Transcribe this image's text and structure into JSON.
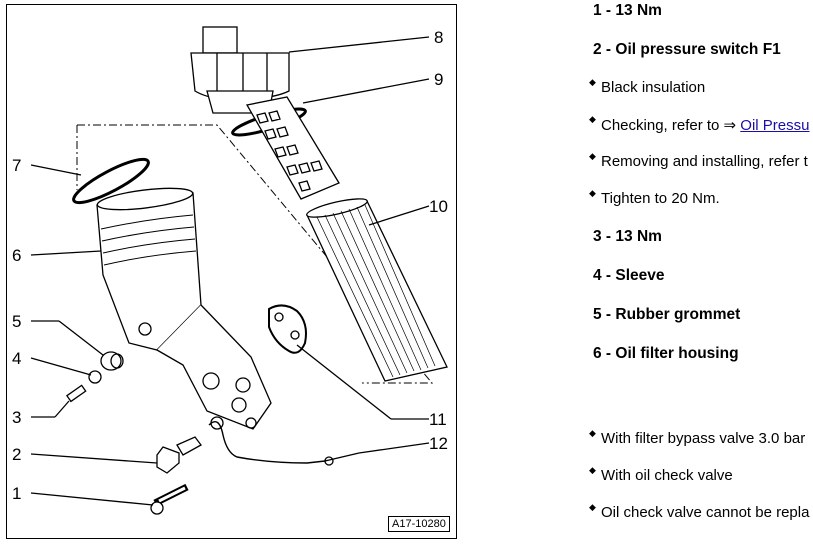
{
  "figure": {
    "id_label": "A17-10280",
    "callouts": [
      "1",
      "2",
      "3",
      "4",
      "5",
      "6",
      "7",
      "8",
      "9",
      "10",
      "11",
      "12"
    ]
  },
  "legend": {
    "items": [
      {
        "type": "head",
        "text": "1 - 13 Nm"
      },
      {
        "type": "head",
        "text": "2 - Oil pressure switch F1"
      },
      {
        "type": "bullet",
        "text": "Black insulation"
      },
      {
        "type": "bullet",
        "text": "Checking, refer to ⇒ ",
        "link": "Oil Pressu"
      },
      {
        "type": "bullet",
        "text": "Removing and installing, refer t"
      },
      {
        "type": "bullet",
        "text": "Tighten to 20 Nm."
      },
      {
        "type": "head",
        "text": "3 - 13 Nm"
      },
      {
        "type": "head",
        "text": "4 - Sleeve"
      },
      {
        "type": "head",
        "text": "5 - Rubber grommet"
      },
      {
        "type": "head",
        "text": "6 - Oil filter housing"
      },
      {
        "type": "bullet",
        "text": "With filter bypass valve 3.0 bar"
      },
      {
        "type": "bullet",
        "text": "With oil check valve"
      },
      {
        "type": "bullet",
        "text": "Oil check valve cannot be repla"
      }
    ]
  }
}
